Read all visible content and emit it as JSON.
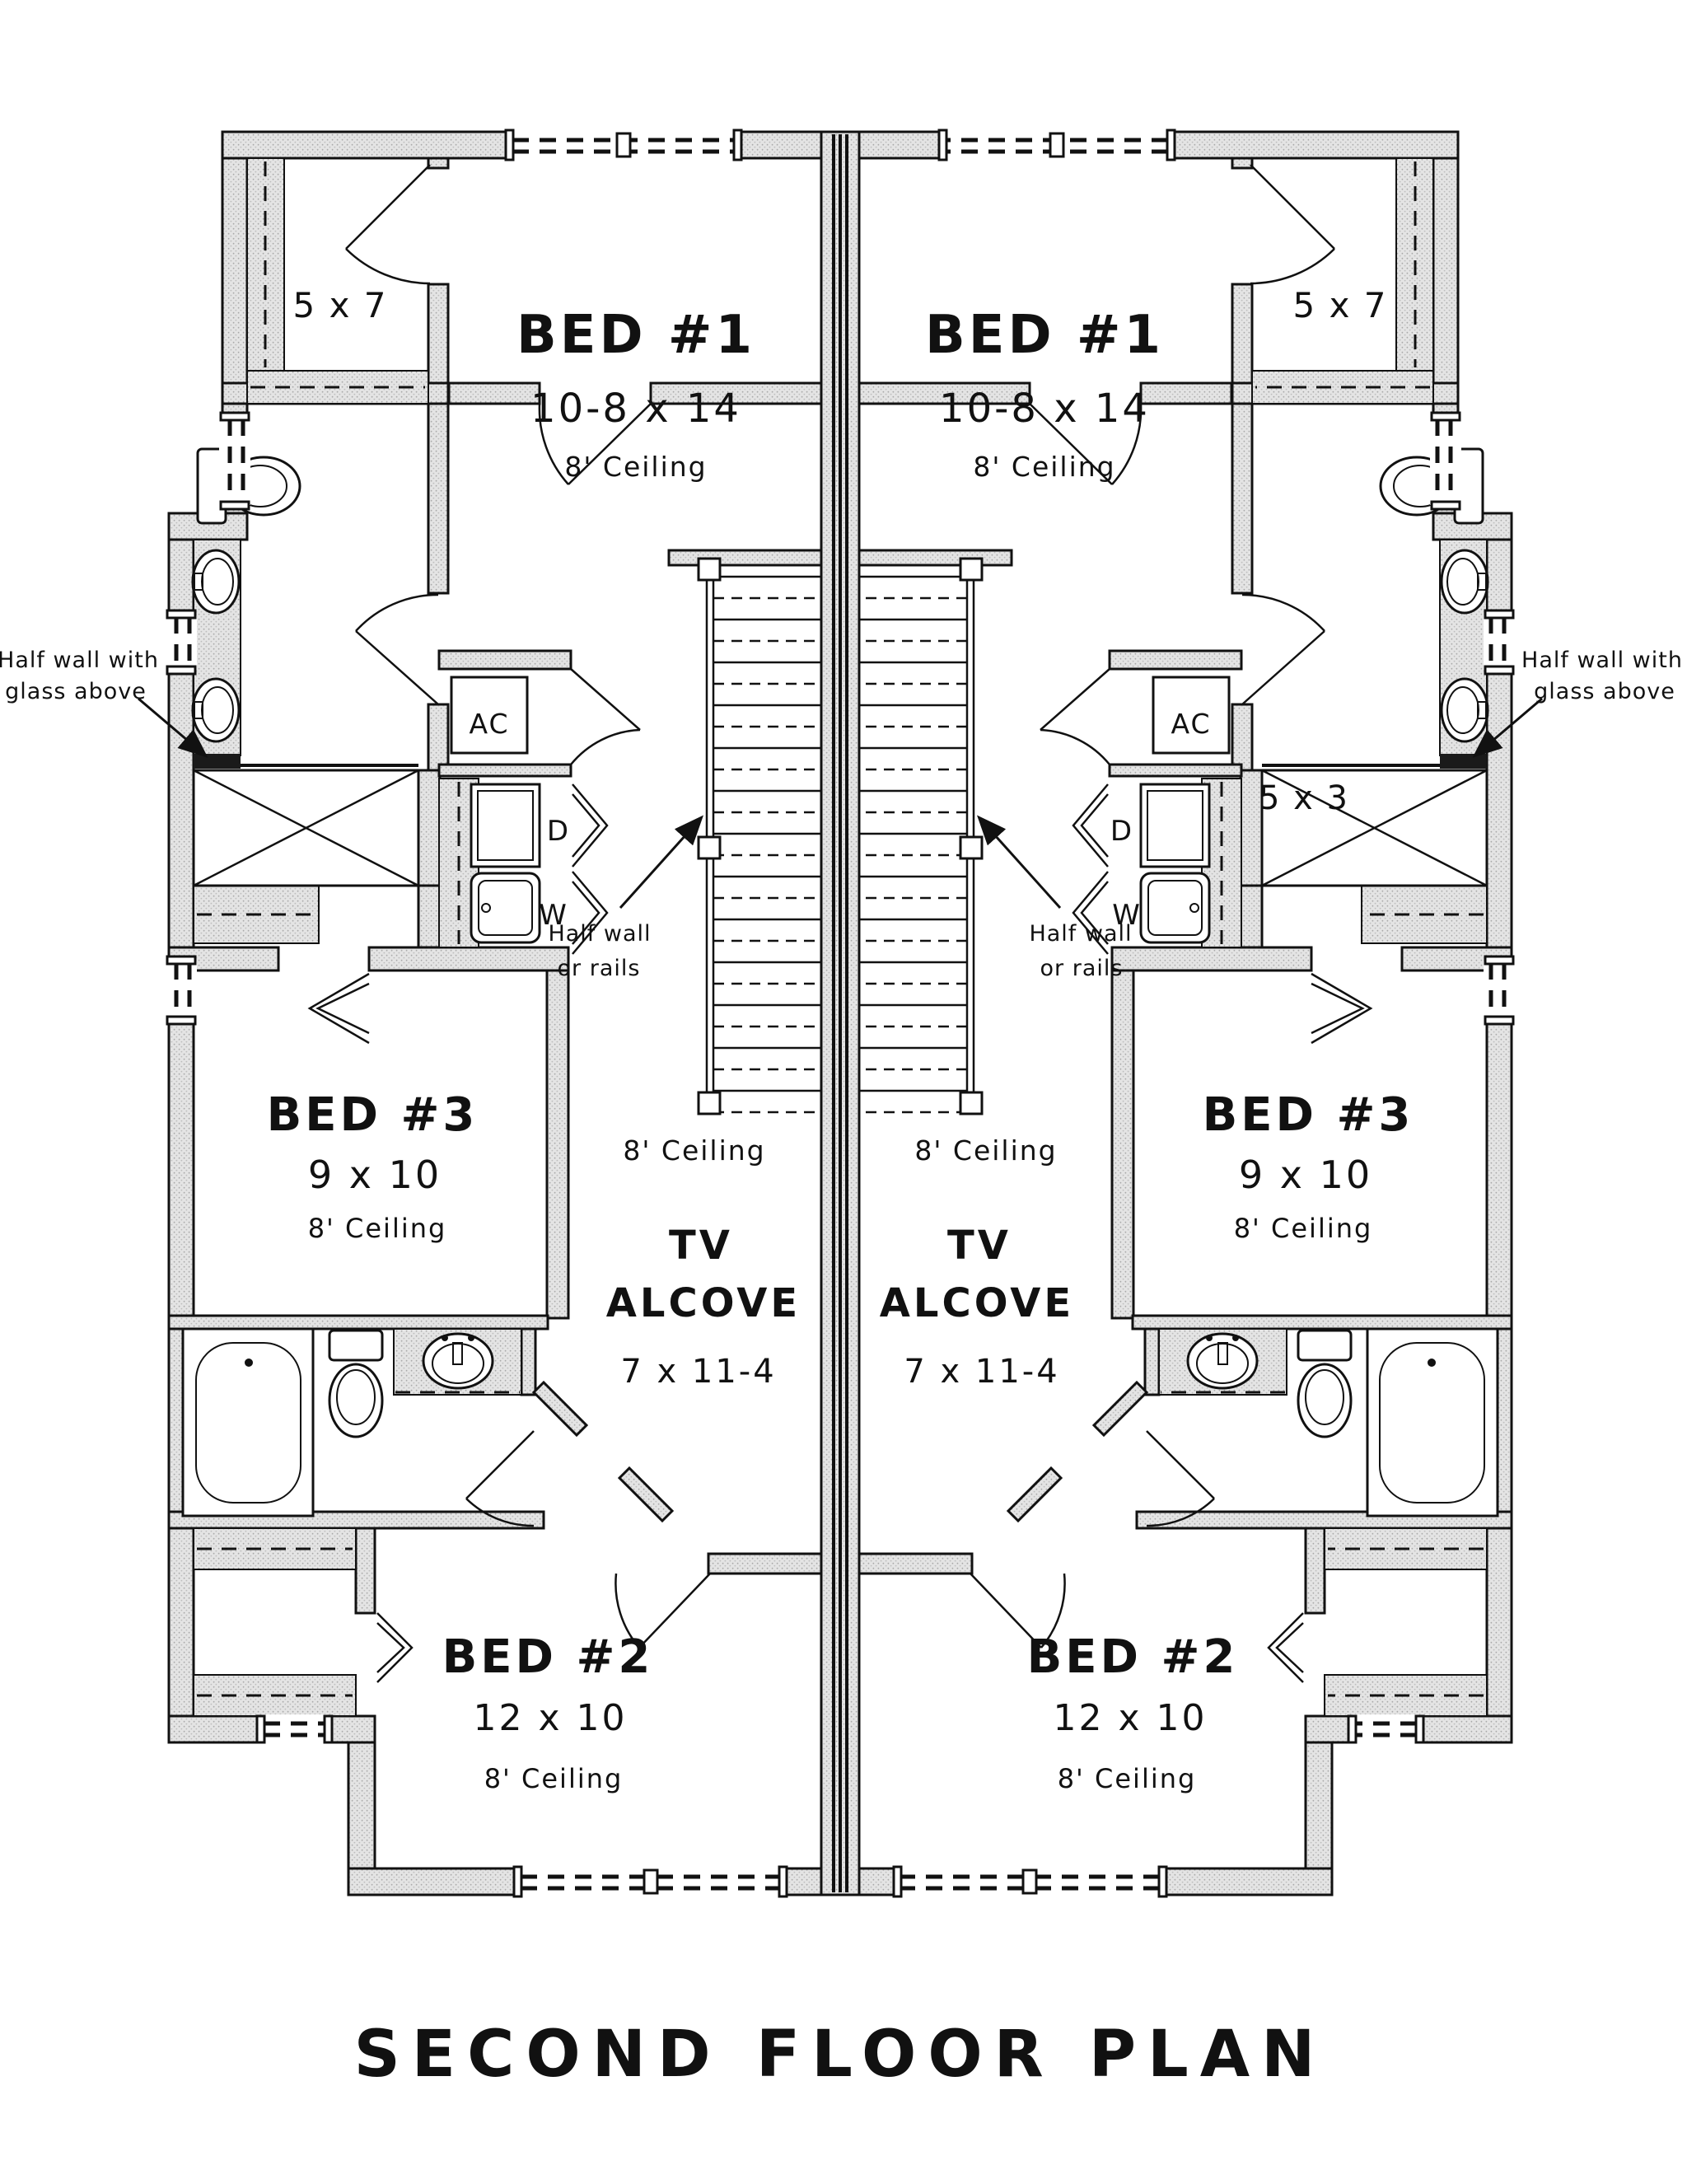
{
  "title": "SECOND FLOOR PLAN",
  "colors": {
    "ink": "#111111",
    "wall_fill": "#e4e4e4",
    "paper": "#ffffff"
  },
  "unit": {
    "bed1": {
      "name": "BED #1",
      "dim": "10-8 x 14",
      "ceiling": "8' Ceiling"
    },
    "bed2": {
      "name": "BED #2",
      "dim": "12 x 10",
      "ceiling": "8' Ceiling"
    },
    "bed3": {
      "name": "BED #3",
      "dim": "9 x 10",
      "ceiling": "8' Ceiling"
    },
    "tv_alcove": {
      "line1": "TV",
      "line2": "ALCOVE",
      "dim": "7 x 11-4"
    },
    "stair_ceiling": "8' Ceiling",
    "closet_dim": "5 x 7",
    "shower_dim": "5 x 3",
    "ac_label": "AC",
    "dryer_label": "D",
    "washer_label": "W"
  },
  "annotations": {
    "half_wall_glass": {
      "line1": "Half wall with",
      "line2": "glass above"
    },
    "half_wall_rails": {
      "line1": "Half wall",
      "line2": "or rails"
    }
  }
}
